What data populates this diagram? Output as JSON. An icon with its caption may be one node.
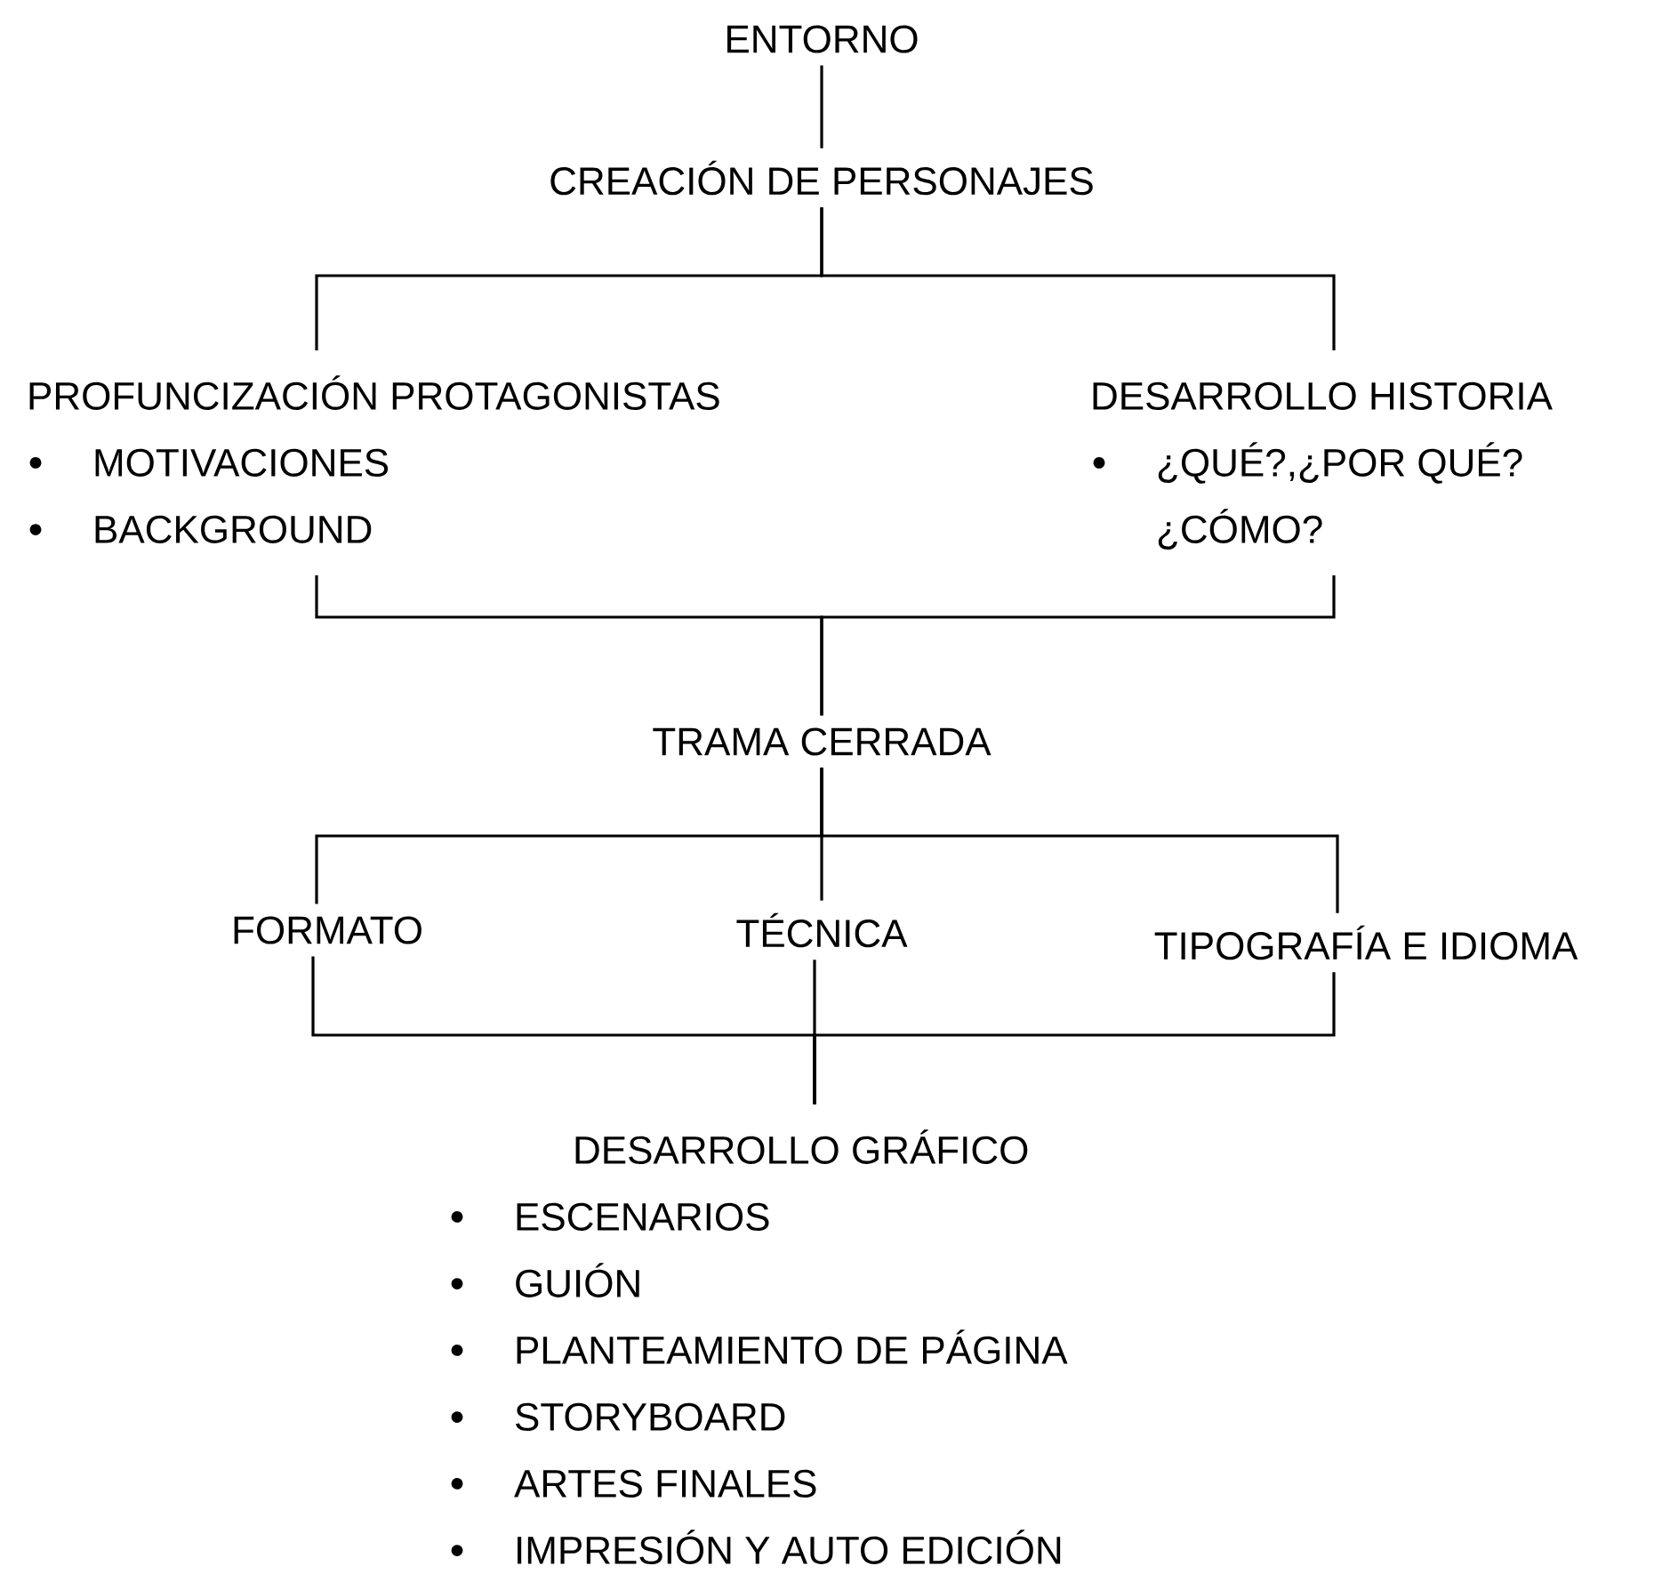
{
  "diagram": {
    "nodes": [
      {
        "text": [
          "ENTORNO"
        ]
      },
      {
        "text": [
          "CREACIÓN DE PERSONAJES"
        ]
      },
      {
        "text": [
          "PROFUNCIZACIÓN PROTAGONISTAS",
          "MOTIVACIONES",
          "BACKGROUND"
        ]
      },
      {
        "text": [
          "DESARROLLO HISTORIA",
          "¿QUÉ?,¿POR QUÉ? ¿CÓMO?"
        ]
      },
      {
        "text": [
          "TRAMA CERRADA"
        ]
      },
      {
        "text": [
          "FORMATO"
        ]
      },
      {
        "text": [
          "TÉCNICA"
        ]
      },
      {
        "text": [
          "TIPOGRAFÍA E IDIOMA"
        ]
      },
      {
        "text": [
          "DESARROLLO GRÁFICO",
          "ESCENARIOS",
          "GUIÓN",
          "PLANTEAMIENTO DE PÁGINA",
          "STORYBOARD",
          "ARTES FINALES",
          "IMPRESIÓN Y AUTO EDICIÓN"
        ]
      }
    ],
    "edges": [
      {
        "from": 0,
        "to": 1,
        "arrow": "none"
      },
      {
        "from": 1,
        "to": 2,
        "arrow": "none"
      },
      {
        "from": 1,
        "to": 3,
        "arrow": "none"
      },
      {
        "from": 2,
        "to": 4,
        "arrow": "none"
      },
      {
        "from": 3,
        "to": 4,
        "arrow": "none"
      },
      {
        "from": 4,
        "to": 5,
        "arrow": "none"
      },
      {
        "from": 4,
        "to": 6,
        "arrow": "none"
      },
      {
        "from": 4,
        "to": 7,
        "arrow": "none"
      },
      {
        "from": 5,
        "to": 8,
        "arrow": "none"
      },
      {
        "from": 6,
        "to": 8,
        "arrow": "none"
      },
      {
        "from": 7,
        "to": 8,
        "arrow": "none"
      }
    ]
  }
}
